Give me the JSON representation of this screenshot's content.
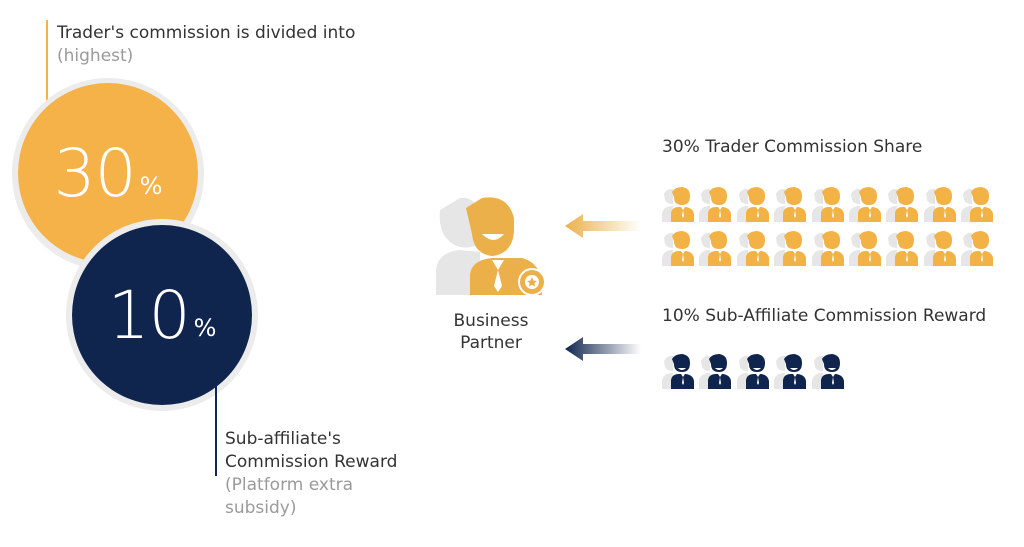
{
  "left": {
    "trader_title": "Trader's commission is divided into",
    "trader_note": "(highest)",
    "trader_value": "30",
    "trader_unit": "%",
    "sub_value": "10",
    "sub_unit": "%",
    "sub_title_line1": "Sub-affiliate's",
    "sub_title_line2": "Commission Reward",
    "sub_note_line1": "(Platform extra",
    "sub_note_line2": "subsidy)"
  },
  "center": {
    "partner_line1": "Business",
    "partner_line2": "Partner"
  },
  "right": {
    "trader_heading": "30% Trader Commission Share",
    "trader_people_count": 18,
    "sub_heading": "10% Sub-Affiliate Commission Reward",
    "sub_people_count": 5
  },
  "colors": {
    "orange": "#f2b246",
    "navy": "#10254d",
    "gray": "#e6e6e6"
  }
}
